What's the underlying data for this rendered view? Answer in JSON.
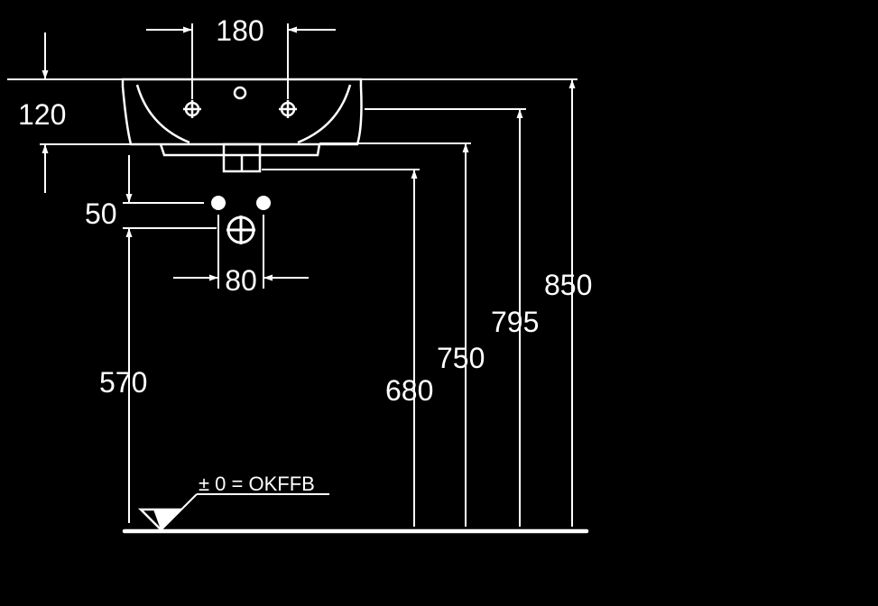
{
  "drawing": {
    "colors": {
      "background": "#000000",
      "line": "#ffffff"
    },
    "dimensions": {
      "tap_hole_spacing": "180",
      "basin_height": "120",
      "supply_spacing": "50",
      "supply_center_spacing": "80",
      "waste_height": "570",
      "outlet_height": "680",
      "underside_height": "750",
      "overflow_height": "795",
      "rim_height": "850"
    },
    "floor_label": "± 0 = OKFFB"
  }
}
